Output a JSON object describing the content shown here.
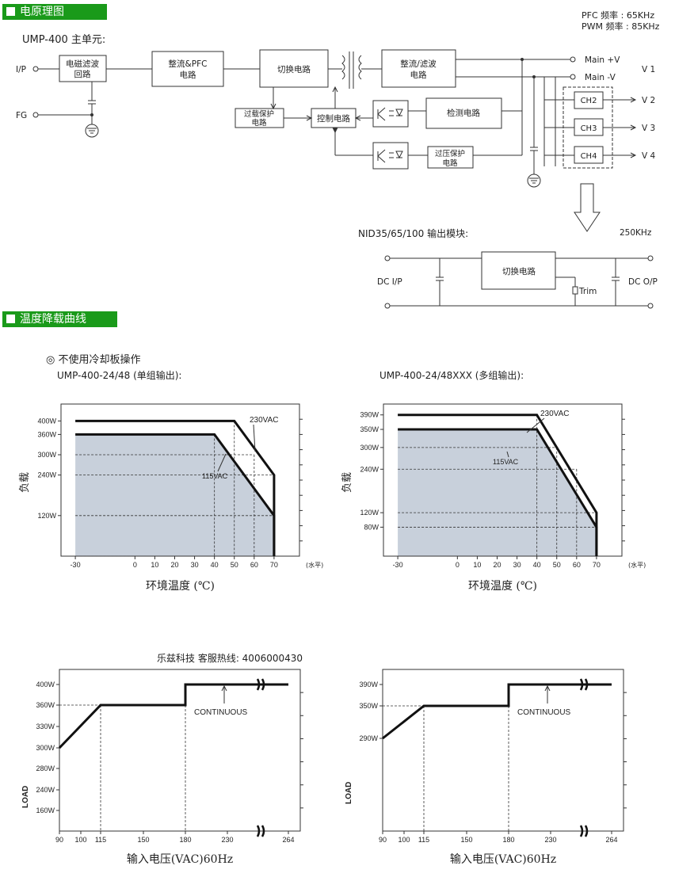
{
  "sections": {
    "schematic": "电原理图",
    "derating": "温度降载曲线"
  },
  "freq": {
    "pfc": "PFC 频率 : 65KHz",
    "pwm": "PWM 频率 : 85KHz"
  },
  "main_unit_label": "UMP-400 主单元:",
  "inputs": {
    "ip": "I/P",
    "fg": "FG"
  },
  "blocks": {
    "emi": [
      "电磁滤波",
      "回路"
    ],
    "pfc": [
      "整流&PFC",
      "电路"
    ],
    "switch": "切换电路",
    "rect": [
      "整流/滤波",
      "电路"
    ],
    "ocp": [
      "过载保护",
      "电路"
    ],
    "ctrl": "控制电路",
    "detect": "检测电路",
    "ovp": [
      "过压保护",
      "电路"
    ],
    "ch2": "CH2",
    "ch3": "CH3",
    "ch4": "CH4"
  },
  "outputs": {
    "main_pos": "Main +V",
    "main_neg": "Main -V",
    "v1": "V 1",
    "v2": "V 2",
    "v3": "V 3",
    "v4": "V 4"
  },
  "module": {
    "title": "NID35/65/100 输出模块:",
    "freq": "250KHz",
    "switch": "切换电路",
    "dc_in": "DC I/P",
    "dc_out": "DC O/P",
    "trim": "Trim"
  },
  "note": "◎  不使用冷却板操作",
  "contact": "乐兹科技 客服热线: 4006000430",
  "chart_data": [
    {
      "type": "line",
      "title": "UMP-400-24/48 (单组输出):",
      "xlabel": "环境温度 (℃)",
      "ylabel": "负载",
      "xunit": "(水平)",
      "x_ticks": [
        "-30",
        "0",
        "10",
        "20",
        "30",
        "40",
        "50",
        "60",
        "70"
      ],
      "y_ticks": [
        "400W",
        "360W",
        "300W",
        "240W",
        "120W"
      ],
      "annotations": [
        "230VAC",
        "115VAC"
      ],
      "series": [
        {
          "name": "230VAC",
          "x": [
            -30,
            50,
            70,
            70
          ],
          "y": [
            400,
            400,
            240,
            0
          ]
        },
        {
          "name": "115VAC",
          "x": [
            -30,
            40,
            70,
            70
          ],
          "y": [
            360,
            360,
            120,
            0
          ]
        }
      ]
    },
    {
      "type": "line",
      "title": "UMP-400-24/48XXX (多组输出):",
      "xlabel": "环境温度 (℃)",
      "ylabel": "负载",
      "xunit": "(水平)",
      "x_ticks": [
        "-30",
        "0",
        "10",
        "20",
        "30",
        "40",
        "50",
        "60",
        "70"
      ],
      "y_ticks": [
        "390W",
        "350W",
        "300W",
        "240W",
        "120W",
        "80W"
      ],
      "annotations": [
        "230VAC",
        "115VAC"
      ],
      "series": [
        {
          "name": "230VAC",
          "x": [
            -30,
            40,
            70,
            70
          ],
          "y": [
            390,
            390,
            120,
            0
          ]
        },
        {
          "name": "115VAC",
          "x": [
            -30,
            40,
            70,
            70
          ],
          "y": [
            350,
            350,
            80,
            0
          ]
        }
      ]
    },
    {
      "type": "line",
      "xlabel": "输入电压(VAC)60Hz",
      "ylabel": "LOAD",
      "x_ticks": [
        "90",
        "100",
        "115",
        "150",
        "180",
        "230",
        "264"
      ],
      "y_ticks": [
        "400W",
        "360W",
        "330W",
        "300W",
        "280W",
        "240W",
        "160W"
      ],
      "annotations": [
        "CONTINUOUS"
      ],
      "series": [
        {
          "x": [
            90,
            115,
            180,
            180,
            264
          ],
          "y": [
            300,
            360,
            360,
            400,
            400
          ]
        }
      ]
    },
    {
      "type": "line",
      "xlabel": "输入电压(VAC)60Hz",
      "ylabel": "LOAD",
      "x_ticks": [
        "90",
        "100",
        "115",
        "150",
        "180",
        "230",
        "264"
      ],
      "y_ticks": [
        "390W",
        "350W",
        "290W"
      ],
      "annotations": [
        "CONTINUOUS"
      ],
      "series": [
        {
          "x": [
            90,
            115,
            180,
            180,
            264
          ],
          "y": [
            290,
            350,
            350,
            390,
            390
          ]
        }
      ]
    }
  ]
}
